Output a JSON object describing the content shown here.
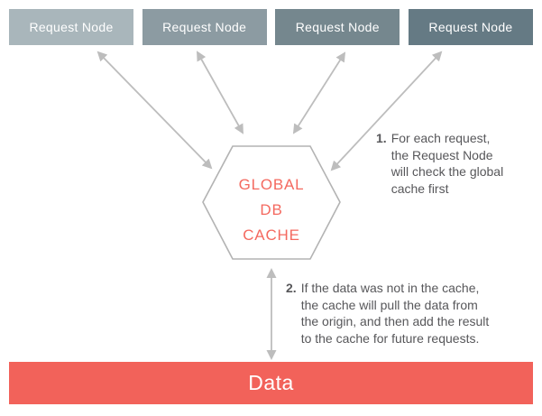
{
  "nodes": [
    {
      "label": "Request Node",
      "color": "#a9b6bb"
    },
    {
      "label": "Request Node",
      "color": "#8c9ba2"
    },
    {
      "label": "Request Node",
      "color": "#75878e"
    },
    {
      "label": "Request Node",
      "color": "#657a84"
    }
  ],
  "cache_hex": {
    "lines": [
      "GLOBAL",
      "DB",
      "CACHE"
    ],
    "text_color": "#f4695f",
    "border_color": "#b3b3b3"
  },
  "annotations": [
    {
      "num": "1.",
      "lines": [
        "For each request,",
        "the Request Node",
        "will check the global",
        "cache first"
      ]
    },
    {
      "num": "2.",
      "lines": [
        "If the data was not in the cache,",
        "the cache will pull the data from",
        "the origin, and then add the result",
        "to the cache for future requests."
      ]
    }
  ],
  "data_bar": {
    "label": "Data",
    "color": "#f2625a"
  },
  "arrows": {
    "color": "#bdbdbd"
  }
}
